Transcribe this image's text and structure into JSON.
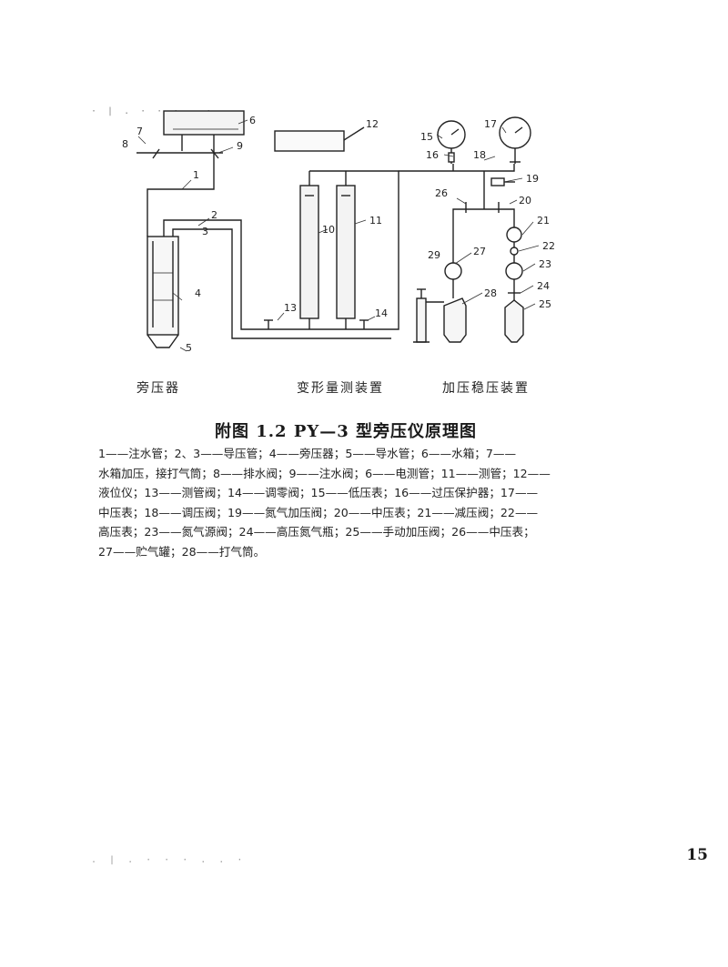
{
  "diagram": {
    "callouts": [
      "1",
      "2",
      "3",
      "4",
      "5",
      "6",
      "7",
      "8",
      "9",
      "10",
      "11",
      "12",
      "13",
      "14",
      "15",
      "16",
      "17",
      "18",
      "19",
      "20",
      "21",
      "22",
      "23",
      "24",
      "25",
      "26",
      "27",
      "28",
      "29"
    ],
    "section_labels": {
      "pressure_meter": "旁压器",
      "deformation": "变形量测装置",
      "pressurizing": "加压稳压装置"
    }
  },
  "caption": {
    "title": "附图 1.2   PY—3 型旁压仪原理图",
    "legend_lines": [
      "1——注水管；2、3——导压管；4——旁压器；5——导水管；6——水箱；7——",
      "水箱加压，接打气筒；8——排水阀；9——注水阀；6——电测管；11——测管；12——",
      "液位仪；13——测管阀；14——调零阀；15——低压表；16——过压保护器；17——",
      "中压表；18——调压阀；19——氮气加压阀；20——中压表；21——减压阀；22——",
      "高压表；23——氮气源阀；24——高压氮气瓶；25——手动加压阀；26——中压表；",
      "27——贮气罐；28——打气筒。"
    ]
  },
  "page_number": "15"
}
